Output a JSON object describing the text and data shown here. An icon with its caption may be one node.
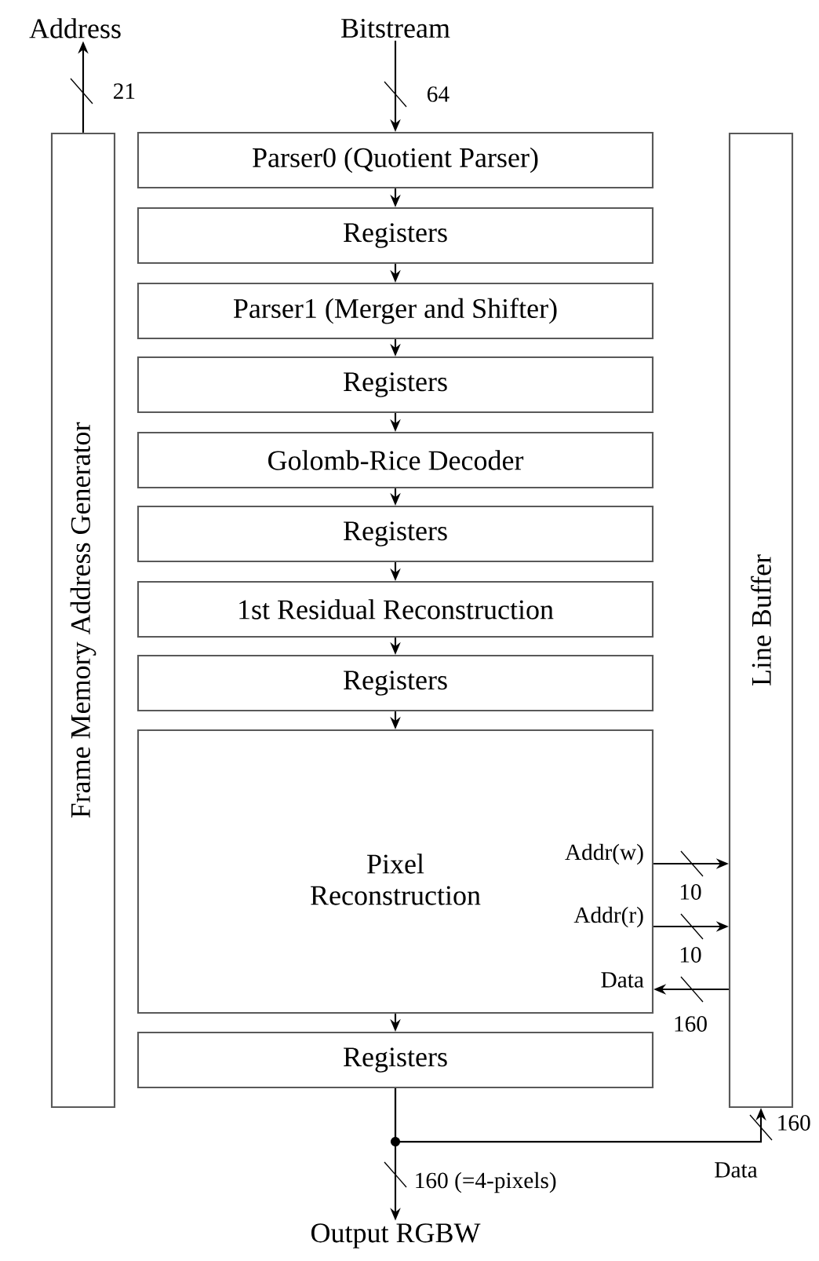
{
  "diagram": {
    "nodes": [
      {
        "text": [
          "Address"
        ]
      },
      {
        "text": [
          "Bitstream"
        ]
      },
      {
        "text": [
          "Frame Memory Address Generator"
        ]
      },
      {
        "text": [
          "Parser0 (Quotient Parser)"
        ]
      },
      {
        "text": [
          "Registers"
        ]
      },
      {
        "text": [
          "Parser1 (Merger and Shifter)"
        ]
      },
      {
        "text": [
          "Registers"
        ]
      },
      {
        "text": [
          "Golomb-Rice Decoder"
        ]
      },
      {
        "text": [
          "Registers"
        ]
      },
      {
        "text": [
          "1st Residual Reconstruction"
        ]
      },
      {
        "text": [
          "Registers"
        ]
      },
      {
        "text": [
          "Pixel Reconstruction",
          "Addr(w)",
          "Addr(r)",
          "Data"
        ]
      },
      {
        "text": [
          "Registers"
        ]
      },
      {
        "text": [
          "Line Buffer"
        ]
      },
      {
        "text": [
          "Output RGBW"
        ]
      }
    ],
    "edges": [
      {
        "from": 2,
        "to": 0,
        "arrow": "to",
        "label": "21"
      },
      {
        "from": 1,
        "to": 3,
        "arrow": "to",
        "label": "64"
      },
      {
        "from": 3,
        "to": 4,
        "arrow": "to"
      },
      {
        "from": 4,
        "to": 5,
        "arrow": "to"
      },
      {
        "from": 5,
        "to": 6,
        "arrow": "to"
      },
      {
        "from": 6,
        "to": 7,
        "arrow": "to"
      },
      {
        "from": 7,
        "to": 8,
        "arrow": "to"
      },
      {
        "from": 8,
        "to": 9,
        "arrow": "to"
      },
      {
        "from": 9,
        "to": 10,
        "arrow": "to"
      },
      {
        "from": 10,
        "to": 11,
        "arrow": "to"
      },
      {
        "from": 11,
        "to": 12,
        "arrow": "to"
      },
      {
        "from": 11,
        "to": 13,
        "arrow": "to",
        "label": "10"
      },
      {
        "from": 11,
        "to": 13,
        "arrow": "to",
        "label": "10"
      },
      {
        "from": 13,
        "to": 11,
        "arrow": "to",
        "label": "160"
      },
      {
        "from": 12,
        "to": 14,
        "arrow": "to",
        "label": "160 (=4-pixels)"
      },
      {
        "from": 12,
        "to": 13,
        "arrow": "to",
        "label": "160"
      }
    ],
    "labels": [
      "Data"
    ]
  }
}
